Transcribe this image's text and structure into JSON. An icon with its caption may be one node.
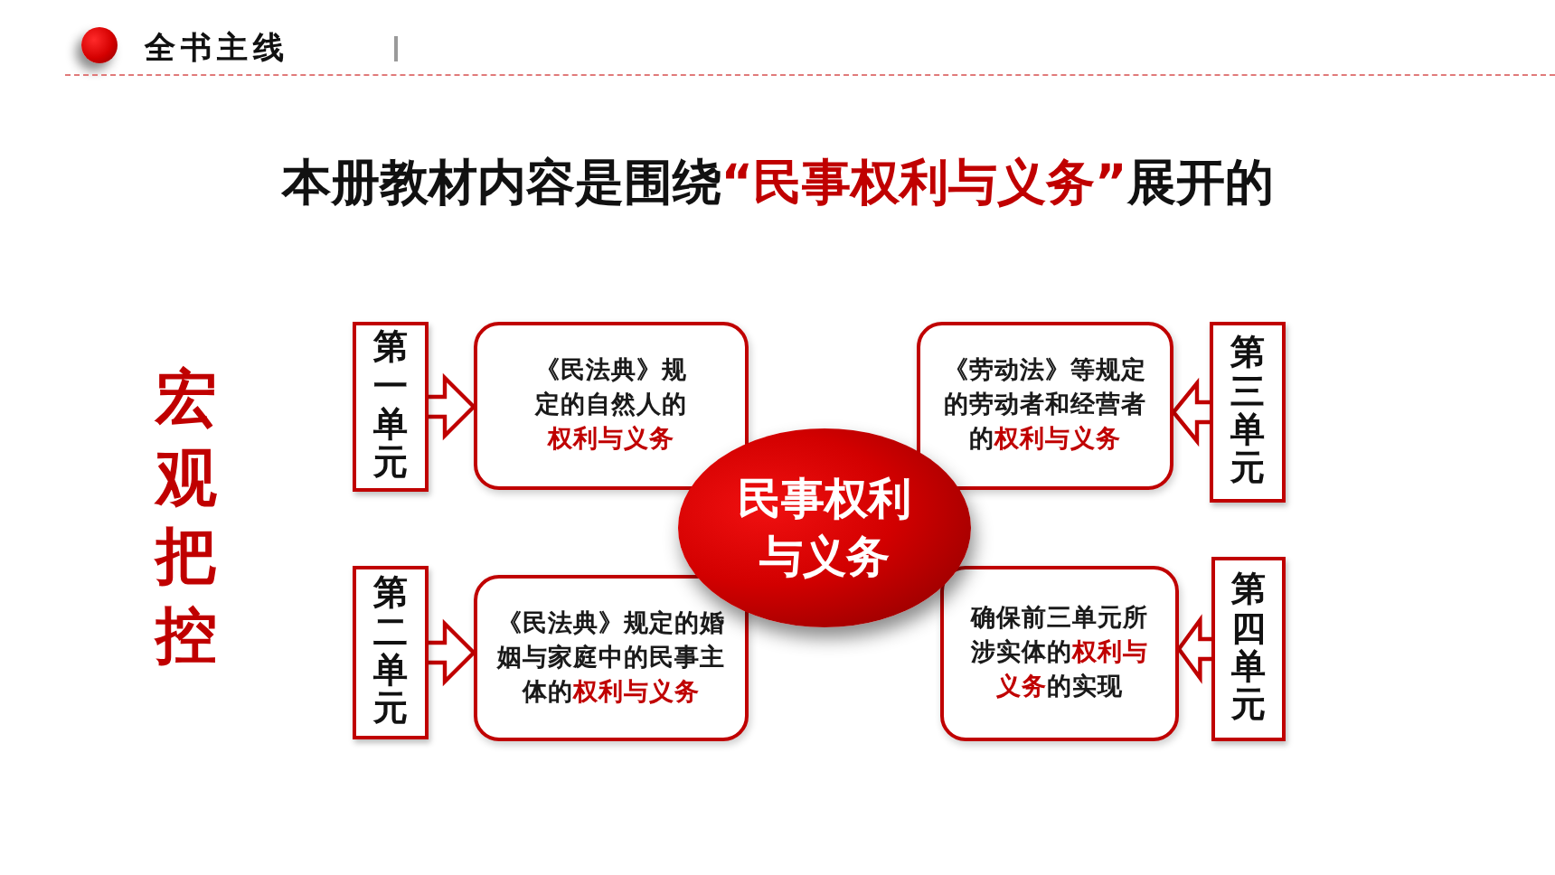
{
  "diagram": {
    "title": "本册教材内容是围绕**“民事权利与义务”**展开的",
    "nodes": [
      {
        "text": [
          "第一单元"
        ]
      },
      {
        "text": [
          "《民法典》规定的自然人的**权利与义务**"
        ]
      },
      {
        "text": [
          "《劳动法》等规定的劳动者和经营者的**权利与义务**"
        ]
      },
      {
        "text": [
          "第三单元"
        ]
      },
      {
        "text": [
          "民事权利与义务"
        ]
      },
      {
        "text": [
          "第二单元"
        ]
      },
      {
        "text": [
          "《民法典》规定的婚姻与家庭中的民事主体的**权利与义务**"
        ]
      },
      {
        "text": [
          "确保前三单元所涉实体的**权利与义务**的实现"
        ]
      },
      {
        "text": [
          "第四单元"
        ]
      }
    ],
    "edges": [
      {
        "from": 0,
        "to": 1,
        "arrow": "to"
      },
      {
        "from": 3,
        "to": 2,
        "arrow": "to"
      },
      {
        "from": 5,
        "to": 6,
        "arrow": "to"
      },
      {
        "from": 8,
        "to": 7,
        "arrow": "to"
      }
    ],
    "labels": [
      "全书主线",
      "宏观把控"
    ]
  }
}
